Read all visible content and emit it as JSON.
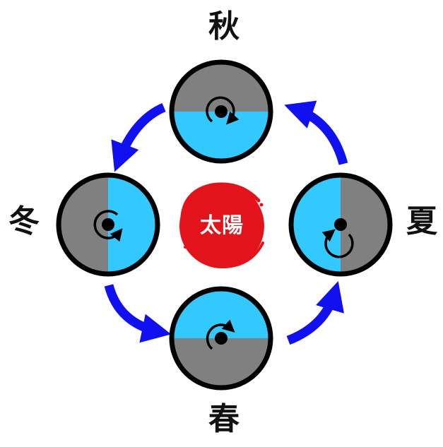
{
  "sun": {
    "label": "太陽",
    "color": "#e3131b"
  },
  "seasons": {
    "autumn": {
      "label": "秋"
    },
    "winter": {
      "label": "冬"
    },
    "summer": {
      "label": "夏"
    },
    "spring": {
      "label": "春"
    }
  },
  "colors": {
    "light_side": "#33c9ff",
    "dark_side": "#808080",
    "arrow": "#1010f0",
    "outline": "#000000"
  },
  "icons": {
    "cycle_arrow": "blue-curved-arrow-icon",
    "rotation": "rotation-arrow-icon"
  }
}
